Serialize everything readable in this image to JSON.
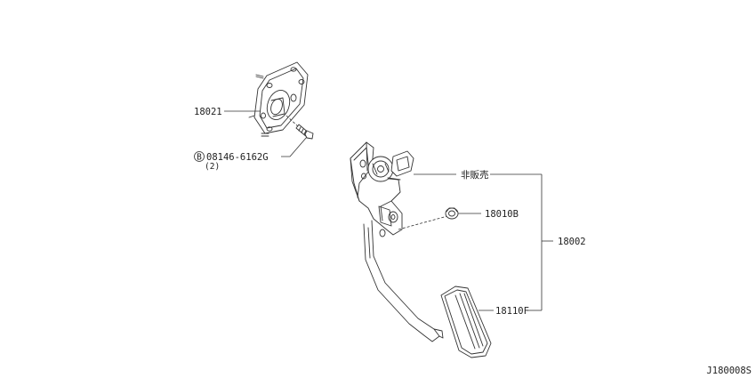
{
  "diagram": {
    "drawing_id": "J180008S",
    "labels": {
      "bracket": "18021",
      "bolt_part": "08146-6162G",
      "bolt_qty": "(2)",
      "bolt_prefix": "B",
      "not_sold": "非販売",
      "nut": "18010B",
      "assembly": "18002",
      "pad": "18110F"
    }
  }
}
